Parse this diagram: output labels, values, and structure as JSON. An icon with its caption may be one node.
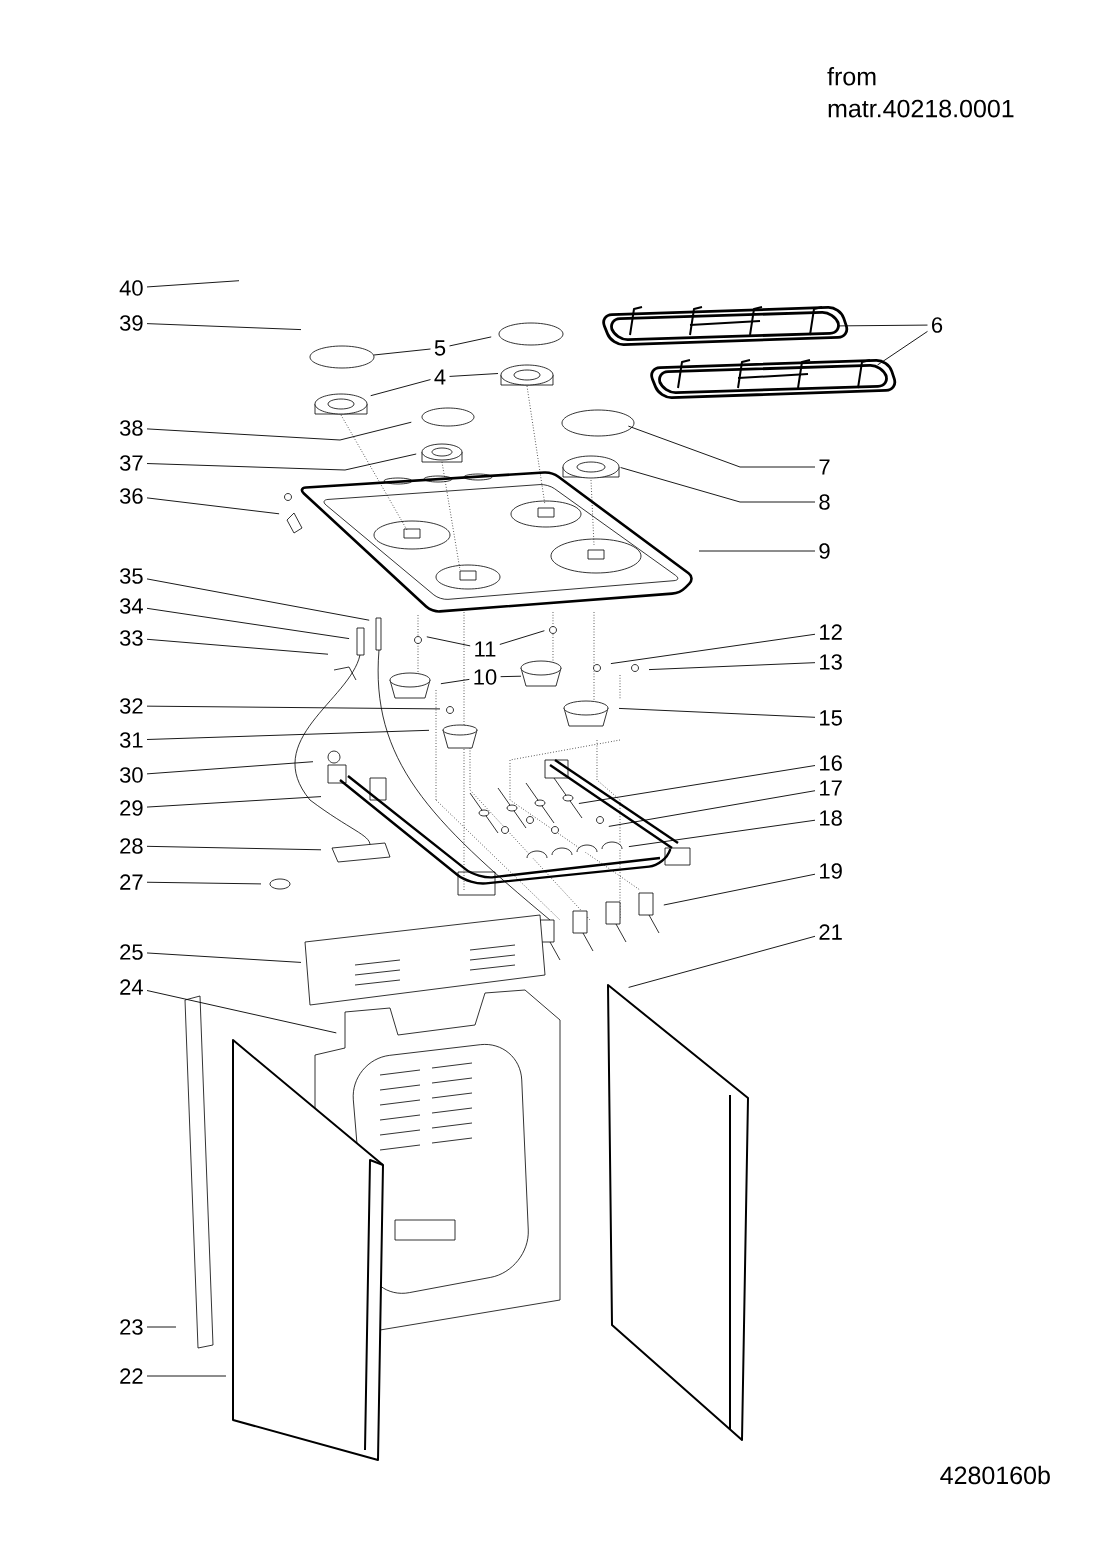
{
  "diagram": {
    "nodes": [
      {
        "text": [
          "40"
        ]
      },
      {
        "text": [
          "39"
        ]
      },
      {
        "text": [
          "5"
        ]
      },
      {
        "text": [
          "4"
        ]
      },
      {
        "text": [
          "38"
        ]
      },
      {
        "text": [
          "37"
        ]
      },
      {
        "text": [
          "36"
        ]
      },
      {
        "text": [
          "35"
        ]
      },
      {
        "text": [
          "34"
        ]
      },
      {
        "text": [
          "33"
        ]
      },
      {
        "text": [
          "32"
        ]
      },
      {
        "text": [
          "31"
        ]
      },
      {
        "text": [
          "30"
        ]
      },
      {
        "text": [
          "29"
        ]
      },
      {
        "text": [
          "28"
        ]
      },
      {
        "text": [
          "27"
        ]
      },
      {
        "text": [
          "25"
        ]
      },
      {
        "text": [
          "24"
        ]
      },
      {
        "text": [
          "23"
        ]
      },
      {
        "text": [
          "22"
        ]
      },
      {
        "text": [
          "6"
        ]
      },
      {
        "text": [
          "7"
        ]
      },
      {
        "text": [
          "8"
        ]
      },
      {
        "text": [
          "9"
        ]
      },
      {
        "text": [
          "11"
        ]
      },
      {
        "text": [
          "12"
        ]
      },
      {
        "text": [
          "13"
        ]
      },
      {
        "text": [
          "10"
        ]
      },
      {
        "text": [
          "15"
        ]
      },
      {
        "text": [
          "16"
        ]
      },
      {
        "text": [
          "17"
        ]
      },
      {
        "text": [
          "18"
        ]
      },
      {
        "text": [
          "19"
        ]
      },
      {
        "text": [
          "21"
        ]
      }
    ],
    "edges": [
      {
        "from": 0,
        "to": null,
        "arrow": "none"
      },
      {
        "from": 1,
        "to": null,
        "arrow": "none"
      },
      {
        "from": 2,
        "to": null,
        "arrow": "none"
      },
      {
        "from": 2,
        "to": null,
        "arrow": "none"
      },
      {
        "from": 3,
        "to": null,
        "arrow": "none"
      },
      {
        "from": 3,
        "to": null,
        "arrow": "none"
      },
      {
        "from": 4,
        "to": null,
        "arrow": "none"
      },
      {
        "from": 5,
        "to": null,
        "arrow": "none"
      },
      {
        "from": 6,
        "to": null,
        "arrow": "none"
      },
      {
        "from": 7,
        "to": null,
        "arrow": "none"
      },
      {
        "from": 8,
        "to": null,
        "arrow": "none"
      },
      {
        "from": 9,
        "to": null,
        "arrow": "none"
      },
      {
        "from": 10,
        "to": null,
        "arrow": "none"
      },
      {
        "from": 11,
        "to": null,
        "arrow": "none"
      },
      {
        "from": 12,
        "to": null,
        "arrow": "none"
      },
      {
        "from": 13,
        "to": null,
        "arrow": "none"
      },
      {
        "from": 14,
        "to": null,
        "arrow": "none"
      },
      {
        "from": 15,
        "to": null,
        "arrow": "none"
      },
      {
        "from": 16,
        "to": null,
        "arrow": "none"
      },
      {
        "from": 17,
        "to": null,
        "arrow": "none"
      },
      {
        "from": 18,
        "to": null,
        "arrow": "none"
      },
      {
        "from": 19,
        "to": null,
        "arrow": "none"
      },
      {
        "from": 20,
        "to": null,
        "arrow": "none"
      },
      {
        "from": 20,
        "to": null,
        "arrow": "none"
      },
      {
        "from": 21,
        "to": null,
        "arrow": "none"
      },
      {
        "from": 22,
        "to": null,
        "arrow": "none"
      },
      {
        "from": 23,
        "to": null,
        "arrow": "none"
      },
      {
        "from": 24,
        "to": null,
        "arrow": "none"
      },
      {
        "from": 24,
        "to": null,
        "arrow": "none"
      },
      {
        "from": 25,
        "to": null,
        "arrow": "none"
      },
      {
        "from": 26,
        "to": null,
        "arrow": "none"
      },
      {
        "from": 27,
        "to": null,
        "arrow": "none"
      },
      {
        "from": 27,
        "to": null,
        "arrow": "none"
      },
      {
        "from": 28,
        "to": null,
        "arrow": "none"
      },
      {
        "from": 29,
        "to": null,
        "arrow": "none"
      },
      {
        "from": 30,
        "to": null,
        "arrow": "none"
      },
      {
        "from": 31,
        "to": null,
        "arrow": "none"
      },
      {
        "from": 32,
        "to": null,
        "arrow": "none"
      },
      {
        "from": 33,
        "to": null,
        "arrow": "none"
      }
    ],
    "labels": [
      "from matr.40218.0001",
      "4280160b"
    ]
  }
}
